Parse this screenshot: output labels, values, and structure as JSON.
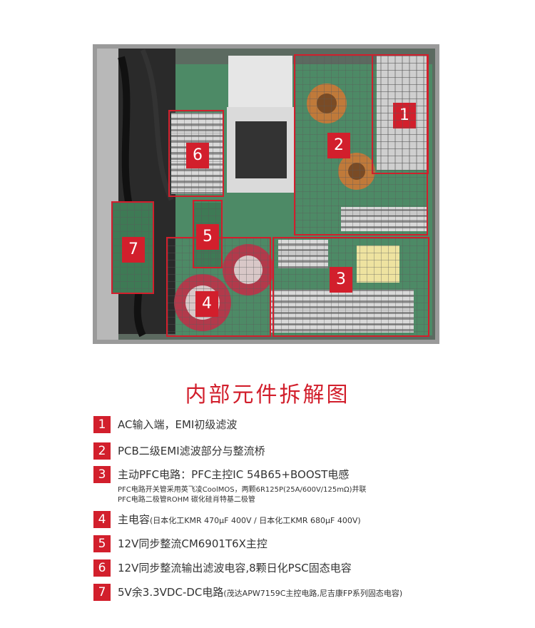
{
  "zones": [
    "1",
    "2",
    "3",
    "4",
    "5",
    "6",
    "7"
  ],
  "title": "内部元件拆解图",
  "items": [
    {
      "num": "1",
      "text": "AC输入端，EMI初级滤波"
    },
    {
      "num": "2",
      "text": "PCB二级EMI滤波部分与整流桥"
    },
    {
      "num": "3",
      "text": "主动PFC电路：PFC主控IC 54B65+BOOST电感",
      "sub1": "PFC电路开关管采用英飞凌CoolMOS，两颗6R125P(25A/600V/125mΩ)并联",
      "sub2": "PFC电路二极管ROHM 碳化硅肖特基二极管"
    },
    {
      "num": "4",
      "text": "主电容",
      "small": "(日本化工KMR 470μF 400V / 日本化工KMR 680μF 400V)"
    },
    {
      "num": "5",
      "text": "12V同步整流CM6901T6X主控"
    },
    {
      "num": "6",
      "text": "12V同步整流输出滤波电容,8颗日化PSC固态电容"
    },
    {
      "num": "7",
      "text": "5V余3.3VDC-DC电路",
      "small": "(茂达APW7159C主控电路,尼吉康FP系列固态电容)"
    }
  ]
}
